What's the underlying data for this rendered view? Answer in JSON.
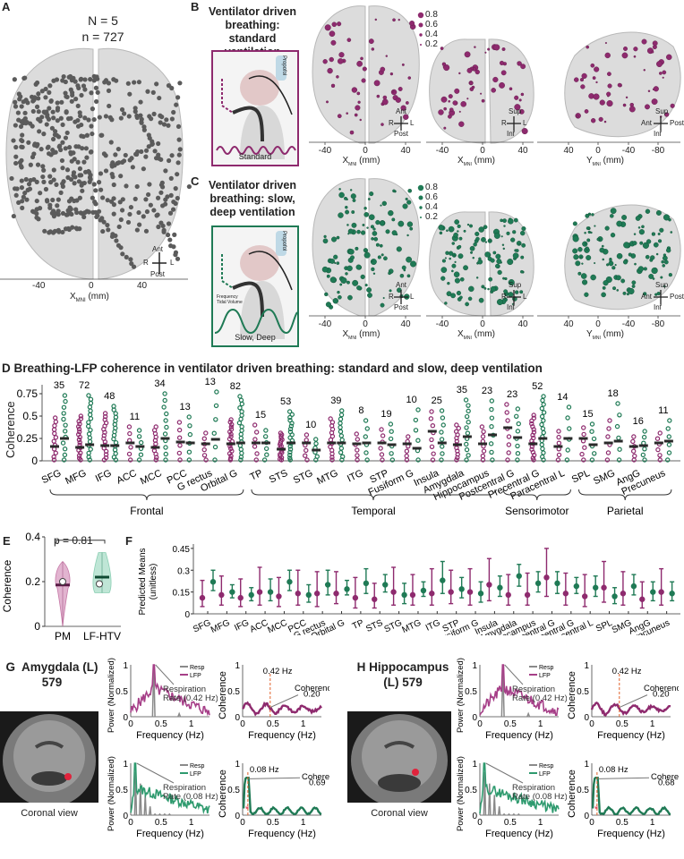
{
  "panels": {
    "A": {
      "label": "A",
      "N": "N = 5",
      "n": "n = 727",
      "xlabel": "X",
      "xlabel_sub": "MNI",
      "xlabel_unit": " (mm)",
      "xticks": [
        "-40",
        "0",
        "40"
      ],
      "orient": {
        "top": "Ant",
        "left": "R",
        "right": "L",
        "bottom": "Post"
      }
    },
    "B": {
      "label": "B",
      "title_lines": [
        "Ventilator driven",
        "breathing:",
        "standard ventilation"
      ],
      "illustration_caption": "Standard",
      "drug_label": "Propofol",
      "color": "#8e2a6e",
      "legend": [
        "0.8",
        "0.6",
        "0.4",
        "0.2"
      ],
      "views": [
        {
          "xlabel": "X",
          "sub": "MNI",
          "unit": " (mm)",
          "ticks": [
            "-40",
            "0",
            "40"
          ],
          "orient": {
            "top": "Ant",
            "left": "R",
            "right": "L",
            "bottom": "Post"
          }
        },
        {
          "xlabel": "X",
          "sub": "MNI",
          "unit": " (mm)",
          "ticks": [
            "-40",
            "0",
            "40"
          ],
          "orient": {
            "top": "Sup",
            "left": "R",
            "right": "L",
            "bottom": "Inf"
          }
        },
        {
          "xlabel": "Y",
          "sub": "MNI",
          "unit": " (mm)",
          "ticks": [
            "40",
            "0",
            "-40",
            "-80"
          ],
          "orient": {
            "top": "Sup",
            "left": "Ant",
            "right": "Post",
            "bottom": "Inf"
          }
        }
      ]
    },
    "C": {
      "label": "C",
      "title_lines": [
        "Ventilator driven",
        "breathing: slow,",
        "deep ventilation"
      ],
      "illustration_caption": "Slow, Deep",
      "drug_label": "Propofol",
      "annot1": "Frequency",
      "annot2": "Tidal Volume",
      "color": "#1f7a55",
      "legend": [
        "0.8",
        "0.6",
        "0.4",
        "0.2"
      ],
      "views": [
        {
          "xlabel": "X",
          "sub": "MNI",
          "unit": " (mm)",
          "ticks": [
            "-40",
            "0",
            "40"
          ],
          "orient": {
            "top": "Ant",
            "left": "R",
            "right": "L",
            "bottom": "Post"
          }
        },
        {
          "xlabel": "X",
          "sub": "MNI",
          "unit": " (mm)",
          "ticks": [
            "-40",
            "0",
            "40"
          ],
          "orient": {
            "top": "Sup",
            "left": "R",
            "right": "L",
            "bottom": "Inf"
          }
        },
        {
          "xlabel": "Y",
          "sub": "MNI",
          "unit": " (mm)",
          "ticks": [
            "40",
            "0",
            "-40",
            "-80"
          ],
          "orient": {
            "top": "Sup",
            "left": "Ant",
            "right": "Post",
            "bottom": "Inf"
          }
        }
      ]
    },
    "D": {
      "label": "D",
      "title": "Breathing-LFP coherence in ventilator driven breathing: standard and slow, deep ventilation",
      "ylabel": "Coherence",
      "yticks": [
        "0",
        "0.25",
        "0.5",
        "0.75"
      ],
      "groups": [
        {
          "name": "Frontal",
          "from": 0,
          "to": 7
        },
        {
          "name": "Temporal",
          "from": 8,
          "to": 15
        },
        {
          "name": "Sensorimotor",
          "from": 16,
          "to": 19
        },
        {
          "name": "Parietal",
          "from": 20,
          "to": 23
        }
      ]
    },
    "E": {
      "label": "E",
      "ylabel": "Coherence",
      "yticks": [
        "0",
        "0.2",
        "0.4"
      ],
      "pvalue": "p = 0.81",
      "categories": [
        "PM",
        "LF-HTV"
      ]
    },
    "F": {
      "label": "F",
      "ylabel_lines": [
        "Predicted Means",
        "(unitless)"
      ],
      "yticks": [
        "0",
        "0.15",
        "0.3",
        "0.45"
      ]
    },
    "G": {
      "label": "G",
      "title_lines": [
        "Amygdala (L)",
        "579"
      ],
      "view_caption": "Coronal view",
      "top_psd": {
        "ylabel": "Power (Normalized)",
        "xlabel": "Frequency (Hz)",
        "legend": [
          "Resp",
          "LFP"
        ],
        "annot": [
          "Respiration",
          "Rate (0.42 Hz)"
        ],
        "yticks": [
          "0",
          "0.5",
          "1"
        ],
        "xticks": [
          "0",
          "0.5",
          "1"
        ]
      },
      "top_coh": {
        "ylabel": "Coherence",
        "xlabel": "Frequency (Hz)",
        "freq_label": "0.42 Hz",
        "annot": [
          "Coherence",
          "0.20"
        ],
        "yticks": [
          "0",
          "0.5",
          "1"
        ],
        "xticks": [
          "0",
          "0.5",
          "1"
        ]
      },
      "bot_psd": {
        "ylabel": "Power (Normalized)",
        "xlabel": "Frequency (Hz)",
        "legend": [
          "Resp",
          "LFP"
        ],
        "annot": [
          "Respiration",
          "Rate (0.08 Hz)"
        ],
        "yticks": [
          "0",
          "0.5",
          "1"
        ],
        "xticks": [
          "0",
          "0.5",
          "1"
        ]
      },
      "bot_coh": {
        "ylabel": "Coherence",
        "xlabel": "Frequency (Hz)",
        "freq_label": "0.08 Hz",
        "annot": [
          "Coherence",
          "0.69"
        ],
        "yticks": [
          "0",
          "0.5",
          "1"
        ],
        "xticks": [
          "0",
          "0.5",
          "1"
        ]
      }
    },
    "H": {
      "label": "H",
      "title_lines": [
        "Hippocampus",
        "(L) 579"
      ],
      "view_caption": "Coronal view",
      "top_psd": {
        "ylabel": "Power (Normalized)",
        "xlabel": "Frequency (Hz)",
        "legend": [
          "Resp",
          "LFP"
        ],
        "annot": [
          "Respiration",
          "Rate (0.42 Hz)"
        ],
        "yticks": [
          "0",
          "0.5",
          "1"
        ],
        "xticks": [
          "0",
          "0.5",
          "1"
        ]
      },
      "top_coh": {
        "ylabel": "Coherence",
        "xlabel": "Frequency (Hz)",
        "freq_label": "0.42 Hz",
        "annot": [
          "Coherence",
          "0.20"
        ],
        "yticks": [
          "0",
          "0.5",
          "1"
        ],
        "xticks": [
          "0",
          "0.5",
          "1"
        ]
      },
      "bot_psd": {
        "ylabel": "Power (Normalized)",
        "xlabel": "Frequency (Hz)",
        "legend": [
          "Resp",
          "LFP"
        ],
        "annot": [
          "Respiration",
          "Rate (0.08 Hz)"
        ],
        "yticks": [
          "0",
          "0.5",
          "1"
        ],
        "xticks": [
          "0",
          "0.5",
          "1"
        ]
      },
      "bot_coh": {
        "ylabel": "Coherence",
        "xlabel": "Frequency (Hz)",
        "freq_label": "0.08 Hz",
        "annot": [
          "Coherence",
          "0.68"
        ],
        "yticks": [
          "0",
          "0.5",
          "1"
        ],
        "xticks": [
          "0",
          "0.5",
          "1"
        ]
      }
    }
  },
  "colors": {
    "standard": "#8e2a6e",
    "slow_deep": "#1f7a55",
    "marker_gray": "#555555",
    "resp_gray": "#8a8a8a",
    "freq_line": "#e0622a"
  },
  "chart_data": [
    {
      "type": "scatter",
      "title": "Breathing-LFP coherence in ventilator driven breathing: standard and slow, deep ventilation",
      "xlabel": "",
      "ylabel": "Coherence",
      "ylim": [
        0,
        0.8
      ],
      "categories": [
        "SFG",
        "MFG",
        "IFG",
        "ACC",
        "MCC",
        "PCC",
        "G rectus",
        "Orbital G",
        "TP",
        "STS",
        "STG",
        "MTG",
        "ITG",
        "STP",
        "Fusiform G",
        "Insula",
        "Amygdala",
        "Hippocampus",
        "Postcentral G",
        "Precentral G",
        "Paracentral L",
        "SPL",
        "SMG",
        "AngG",
        "Precuneus"
      ],
      "counts": [
        35,
        72,
        48,
        11,
        34,
        13,
        13,
        82,
        15,
        53,
        10,
        39,
        8,
        19,
        10,
        25,
        35,
        23,
        23,
        52,
        14,
        15,
        18,
        16,
        11
      ],
      "series": [
        {
          "name": "Standard ventilation (median)",
          "color": "#8e2a6e",
          "values": [
            0.16,
            0.15,
            0.17,
            0.2,
            0.15,
            0.21,
            0.19,
            0.19,
            0.2,
            0.13,
            0.2,
            0.2,
            0.19,
            0.2,
            0.19,
            0.33,
            0.18,
            0.19,
            0.37,
            0.19,
            0.16,
            0.25,
            0.2,
            0.16,
            0.2
          ]
        },
        {
          "name": "Slow, deep ventilation (median)",
          "color": "#1f7a55",
          "values": [
            0.25,
            0.18,
            0.17,
            0.16,
            0.25,
            0.2,
            0.24,
            0.2,
            0.2,
            0.2,
            0.12,
            0.2,
            0.2,
            0.18,
            0.14,
            0.2,
            0.27,
            0.29,
            0.26,
            0.25,
            0.25,
            0.18,
            0.22,
            0.17,
            0.22
          ]
        },
        {
          "name": "Standard max",
          "values": [
            0.48,
            0.5,
            0.53,
            0.38,
            0.38,
            0.43,
            0.31,
            0.46,
            0.4,
            0.31,
            0.29,
            0.47,
            0.3,
            0.35,
            0.27,
            0.55,
            0.4,
            0.38,
            0.63,
            0.51,
            0.33,
            0.37,
            0.45,
            0.27,
            0.31
          ]
        },
        {
          "name": "Slow deep max",
          "values": [
            0.73,
            0.73,
            0.61,
            0.34,
            0.75,
            0.49,
            0.77,
            0.72,
            0.34,
            0.55,
            0.24,
            0.56,
            0.45,
            0.41,
            0.57,
            0.56,
            0.68,
            0.67,
            0.58,
            0.72,
            0.6,
            0.41,
            0.64,
            0.33,
            0.45
          ]
        }
      ],
      "groups": [
        {
          "name": "Frontal",
          "members": [
            "SFG",
            "MFG",
            "IFG",
            "ACC",
            "MCC",
            "PCC",
            "G rectus",
            "Orbital G"
          ]
        },
        {
          "name": "Temporal",
          "members": [
            "TP",
            "STS",
            "STG",
            "MTG",
            "ITG",
            "STP",
            "Fusiform G",
            "Insula",
            "Amygdala",
            "Hippocampus"
          ]
        },
        {
          "name": "Sensorimotor",
          "members": [
            "Postcentral G",
            "Precentral G",
            "Paracentral L"
          ]
        },
        {
          "name": "Parietal",
          "members": [
            "SPL",
            "SMG",
            "AngG",
            "Precuneus"
          ]
        }
      ]
    },
    {
      "type": "violin",
      "title": "",
      "ylabel": "Coherence",
      "ylim": [
        0,
        0.4
      ],
      "categories": [
        "PM",
        "LF-HTV"
      ],
      "series": [
        {
          "name": "PM",
          "color": "#c77aa8",
          "median": 0.2,
          "mean": 0.185,
          "min": 0.0,
          "max": 0.29
        },
        {
          "name": "LF-HTV",
          "color": "#8ccfb4",
          "median": 0.19,
          "mean": 0.22,
          "min": 0.15,
          "max": 0.33
        }
      ],
      "annotations": [
        "p = 0.81"
      ]
    },
    {
      "type": "errorbar",
      "title": "",
      "ylabel": "Predicted Means (unitless)",
      "ylim": [
        0,
        0.45
      ],
      "categories": [
        "SFG",
        "MFG",
        "IFG",
        "ACC",
        "MCC",
        "PCC",
        "G rectus",
        "Orbital G",
        "TP",
        "STS",
        "STG",
        "MTG",
        "ITG",
        "STP",
        "Fusiform G",
        "Insula",
        "Amygdala",
        "Hippocampus",
        "Postcentral G",
        "Precentral G",
        "Paracentral L",
        "SPL",
        "SMG",
        "AngG",
        "Precuneus"
      ],
      "series": [
        {
          "name": "Standard",
          "color": "#8e2a6e",
          "values": [
            0.11,
            0.13,
            0.11,
            0.15,
            0.12,
            0.14,
            0.14,
            0.14,
            0.11,
            0.1,
            0.15,
            0.13,
            0.14,
            0.15,
            0.15,
            0.2,
            0.13,
            0.13,
            0.25,
            0.14,
            0.12,
            0.18,
            0.14,
            0.1,
            0.15
          ],
          "lower": [
            0.05,
            0.06,
            0.05,
            0.06,
            0.05,
            0.06,
            0.05,
            0.07,
            0.04,
            0.04,
            0.06,
            0.06,
            0.06,
            0.07,
            0.06,
            0.09,
            0.06,
            0.06,
            0.12,
            0.06,
            0.05,
            0.08,
            0.06,
            0.04,
            0.06
          ],
          "upper": [
            0.23,
            0.26,
            0.24,
            0.32,
            0.25,
            0.3,
            0.29,
            0.29,
            0.25,
            0.21,
            0.32,
            0.27,
            0.31,
            0.3,
            0.31,
            0.38,
            0.27,
            0.28,
            0.45,
            0.28,
            0.27,
            0.36,
            0.29,
            0.22,
            0.31
          ]
        },
        {
          "name": "Slow, deep",
          "color": "#1f7a55",
          "values": [
            0.22,
            0.15,
            0.13,
            0.15,
            0.22,
            0.13,
            0.2,
            0.17,
            0.21,
            0.2,
            0.13,
            0.16,
            0.23,
            0.17,
            0.14,
            0.18,
            0.26,
            0.21,
            0.21,
            0.19,
            0.18,
            0.12,
            0.19,
            0.15,
            0.14
          ],
          "lower": [
            0.16,
            0.11,
            0.09,
            0.09,
            0.16,
            0.08,
            0.13,
            0.13,
            0.14,
            0.15,
            0.07,
            0.12,
            0.14,
            0.11,
            0.08,
            0.12,
            0.19,
            0.15,
            0.14,
            0.14,
            0.12,
            0.07,
            0.13,
            0.09,
            0.09
          ],
          "upper": [
            0.3,
            0.2,
            0.18,
            0.24,
            0.3,
            0.2,
            0.3,
            0.23,
            0.31,
            0.27,
            0.21,
            0.22,
            0.36,
            0.25,
            0.22,
            0.26,
            0.34,
            0.29,
            0.29,
            0.25,
            0.26,
            0.18,
            0.27,
            0.22,
            0.22
          ]
        }
      ]
    },
    {
      "type": "line",
      "title": "G Amygdala (L) 579 - PSD standard",
      "xlabel": "Frequency (Hz)",
      "ylabel": "Power (Normalized)",
      "xlim": [
        0,
        1.3
      ],
      "ylim": [
        0,
        1
      ],
      "series": [
        {
          "name": "Resp",
          "peak_hz": 0.42
        },
        {
          "name": "LFP",
          "peak_hz": 0.38
        }
      ],
      "annotations": [
        "Respiration Rate (0.42 Hz)"
      ]
    },
    {
      "type": "line",
      "title": "G Amygdala (L) 579 - Coherence standard",
      "xlabel": "Frequency (Hz)",
      "ylabel": "Coherence",
      "xlim": [
        0,
        1.2
      ],
      "ylim": [
        0,
        1
      ],
      "annotations": [
        "0.42 Hz",
        "Coherence 0.20"
      ]
    },
    {
      "type": "line",
      "title": "G Amygdala (L) 579 - PSD slow deep",
      "xlabel": "Frequency (Hz)",
      "ylabel": "Power (Normalized)",
      "xlim": [
        0,
        1.3
      ],
      "ylim": [
        0,
        1
      ],
      "annotations": [
        "Respiration Rate (0.08 Hz)"
      ]
    },
    {
      "type": "line",
      "title": "G Amygdala (L) 579 - Coherence slow deep",
      "xlabel": "Frequency (Hz)",
      "ylabel": "Coherence",
      "xlim": [
        0,
        1.2
      ],
      "ylim": [
        0,
        1
      ],
      "annotations": [
        "0.08 Hz",
        "Coherence 0.69"
      ]
    },
    {
      "type": "line",
      "title": "H Hippocampus (L) 579 - PSD standard",
      "xlabel": "Frequency (Hz)",
      "ylabel": "Power (Normalized)",
      "xlim": [
        0,
        1.3
      ],
      "ylim": [
        0,
        1
      ],
      "annotations": [
        "Respiration Rate (0.42 Hz)"
      ]
    },
    {
      "type": "line",
      "title": "H Hippocampus (L) 579 - Coherence standard",
      "xlabel": "Frequency (Hz)",
      "ylabel": "Coherence",
      "xlim": [
        0,
        1.2
      ],
      "ylim": [
        0,
        1
      ],
      "annotations": [
        "0.42 Hz",
        "Coherence 0.20"
      ]
    },
    {
      "type": "line",
      "title": "H Hippocampus (L) 579 - PSD slow deep",
      "xlabel": "Frequency (Hz)",
      "ylabel": "Power (Normalized)",
      "xlim": [
        0,
        1.3
      ],
      "ylim": [
        0,
        1
      ],
      "annotations": [
        "Respiration Rate (0.08 Hz)"
      ]
    },
    {
      "type": "line",
      "title": "H Hippocampus (L) 579 - Coherence slow deep",
      "xlabel": "Frequency (Hz)",
      "ylabel": "Coherence",
      "xlim": [
        0,
        1.2
      ],
      "ylim": [
        0,
        1
      ],
      "annotations": [
        "0.08 Hz",
        "Coherence 0.68"
      ]
    }
  ]
}
